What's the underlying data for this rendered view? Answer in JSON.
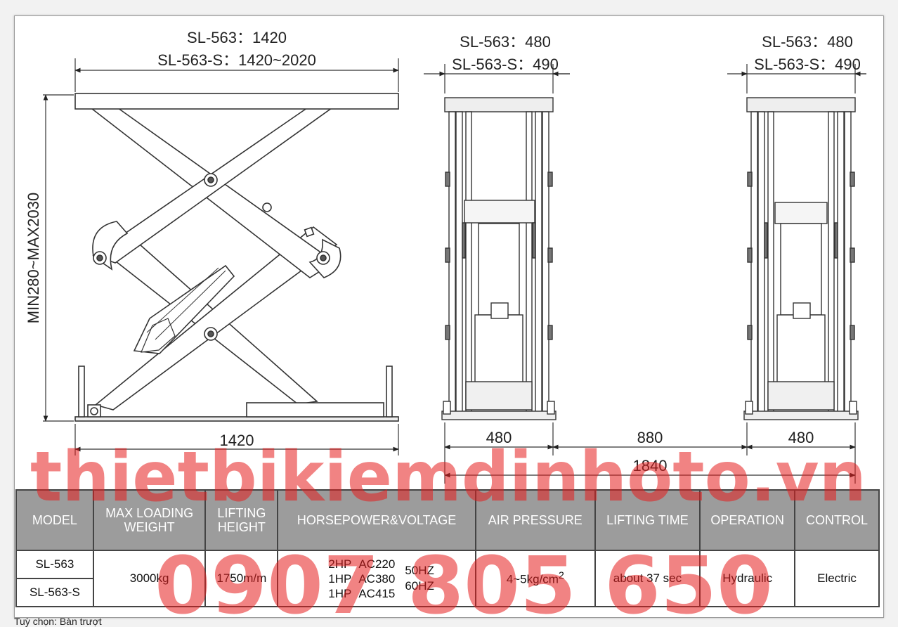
{
  "dimensions": {
    "side_top_line1": "SL-563：1420",
    "side_top_line2": "SL-563-S：1420~2020",
    "side_height": "MIN280~MAX2030",
    "side_bottom": "1420",
    "front_top_line1": "SL-563：480",
    "front_top_line2": "SL-563-S：490",
    "rear_top_line1": "SL-563：480",
    "rear_top_line2": "SL-563-S：490",
    "front_width": "480",
    "gap": "880",
    "rear_width": "480",
    "total_width": "1840"
  },
  "watermark": {
    "site": "thietbikiemdinhoto.vn",
    "phone": "0907 805 650"
  },
  "table": {
    "headers": [
      "MODEL",
      "MAX LOADING WEIGHT",
      "LIFTING HEIGHT",
      "HORSEPOWER&VOLTAGE",
      "AIR PRESSURE",
      "LIFTING TIME",
      "OPERATION",
      "CONTROL"
    ],
    "models": [
      "SL-563",
      "SL-563-S"
    ],
    "max_loading_weight": "3000kg",
    "lifting_height": "1750m/m",
    "horsepower": [
      {
        "hp": "2HP",
        "voltage": "AC220"
      },
      {
        "hp": "1HP",
        "voltage": "AC380"
      },
      {
        "hp": "1HP",
        "voltage": "AC415"
      }
    ],
    "frequency": [
      "50HZ",
      "60HZ"
    ],
    "air_pressure": "4~5kg/cm",
    "air_pressure_exp": "2",
    "lifting_time": "about 37 sec",
    "operation": "Hydraulic",
    "control": "Electric"
  },
  "footer_text": "Tuỳ chọn: Bàn trượt"
}
